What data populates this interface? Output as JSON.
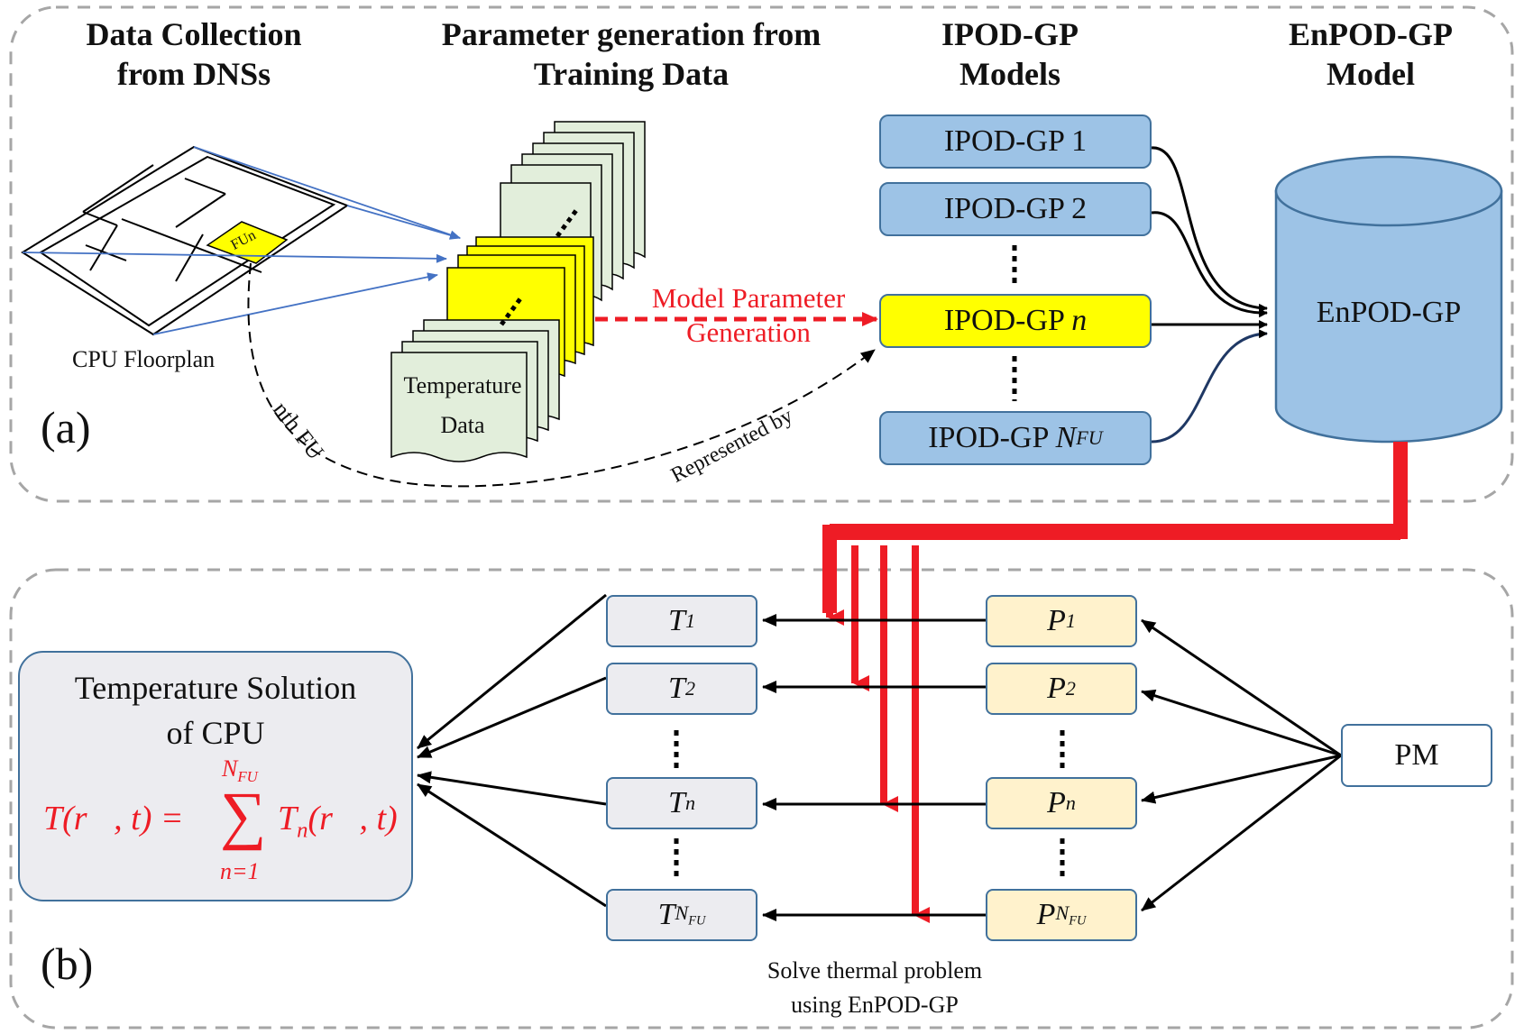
{
  "panel_a": {
    "label": "(a)",
    "headers": {
      "data_collection": "Data Collection\nfrom DNSs",
      "parameter_generation": "Parameter generation from\nTraining Data",
      "ipod_models": "IPOD-GP\nModels",
      "enpod_model": "EnPOD-GP\nModel"
    },
    "cpu_floorplan_label": "CPU Floorplan",
    "fu_label": "FUn",
    "temperature_data_label": "Temperature\nData",
    "model_parameter_label": "Model Parameter\nGeneration",
    "nth_fu_label": "nth FU",
    "represented_by_label": "Represented by",
    "ipod_boxes": [
      {
        "text": "IPOD-GP 1"
      },
      {
        "text": "IPOD-GP 2"
      },
      {
        "text": "IPOD-GP ",
        "var": "n"
      },
      {
        "text": "IPOD-GP ",
        "var": "N",
        "sub": "FU"
      }
    ],
    "enpod_label": "EnPOD-GP"
  },
  "panel_b": {
    "label": "(b)",
    "solution_title": "Temperature Solution\nof CPU",
    "equation": {
      "lhs": "T(r⃗, t) = ",
      "sum_upper": "N",
      "sum_upper_sub": "FU",
      "sum_lower": "n=1",
      "rhs_var": "T",
      "rhs_sub": "n",
      "rhs_args": "(r⃗, t)"
    },
    "t_boxes": [
      {
        "var": "T",
        "sub": "1"
      },
      {
        "var": "T",
        "sub": "2"
      },
      {
        "var": "T",
        "sub": "n"
      },
      {
        "var": "T",
        "sub": "N",
        "subsub": "FU"
      }
    ],
    "p_boxes": [
      {
        "var": "P",
        "sub": "1"
      },
      {
        "var": "P",
        "sub": "2"
      },
      {
        "var": "P",
        "sub": "n"
      },
      {
        "var": "P",
        "sub": "N",
        "subsub": "FU"
      }
    ],
    "pm_label": "PM",
    "solve_label": "Solve thermal problem\nusing EnPOD-GP"
  },
  "colors": {
    "ipod_fill": "#9dc3e6",
    "highlight": "#ffff00",
    "red": "#ee1c25",
    "t_fill": "#ececf0",
    "p_fill": "#fff2cc",
    "border": "#41719c"
  }
}
